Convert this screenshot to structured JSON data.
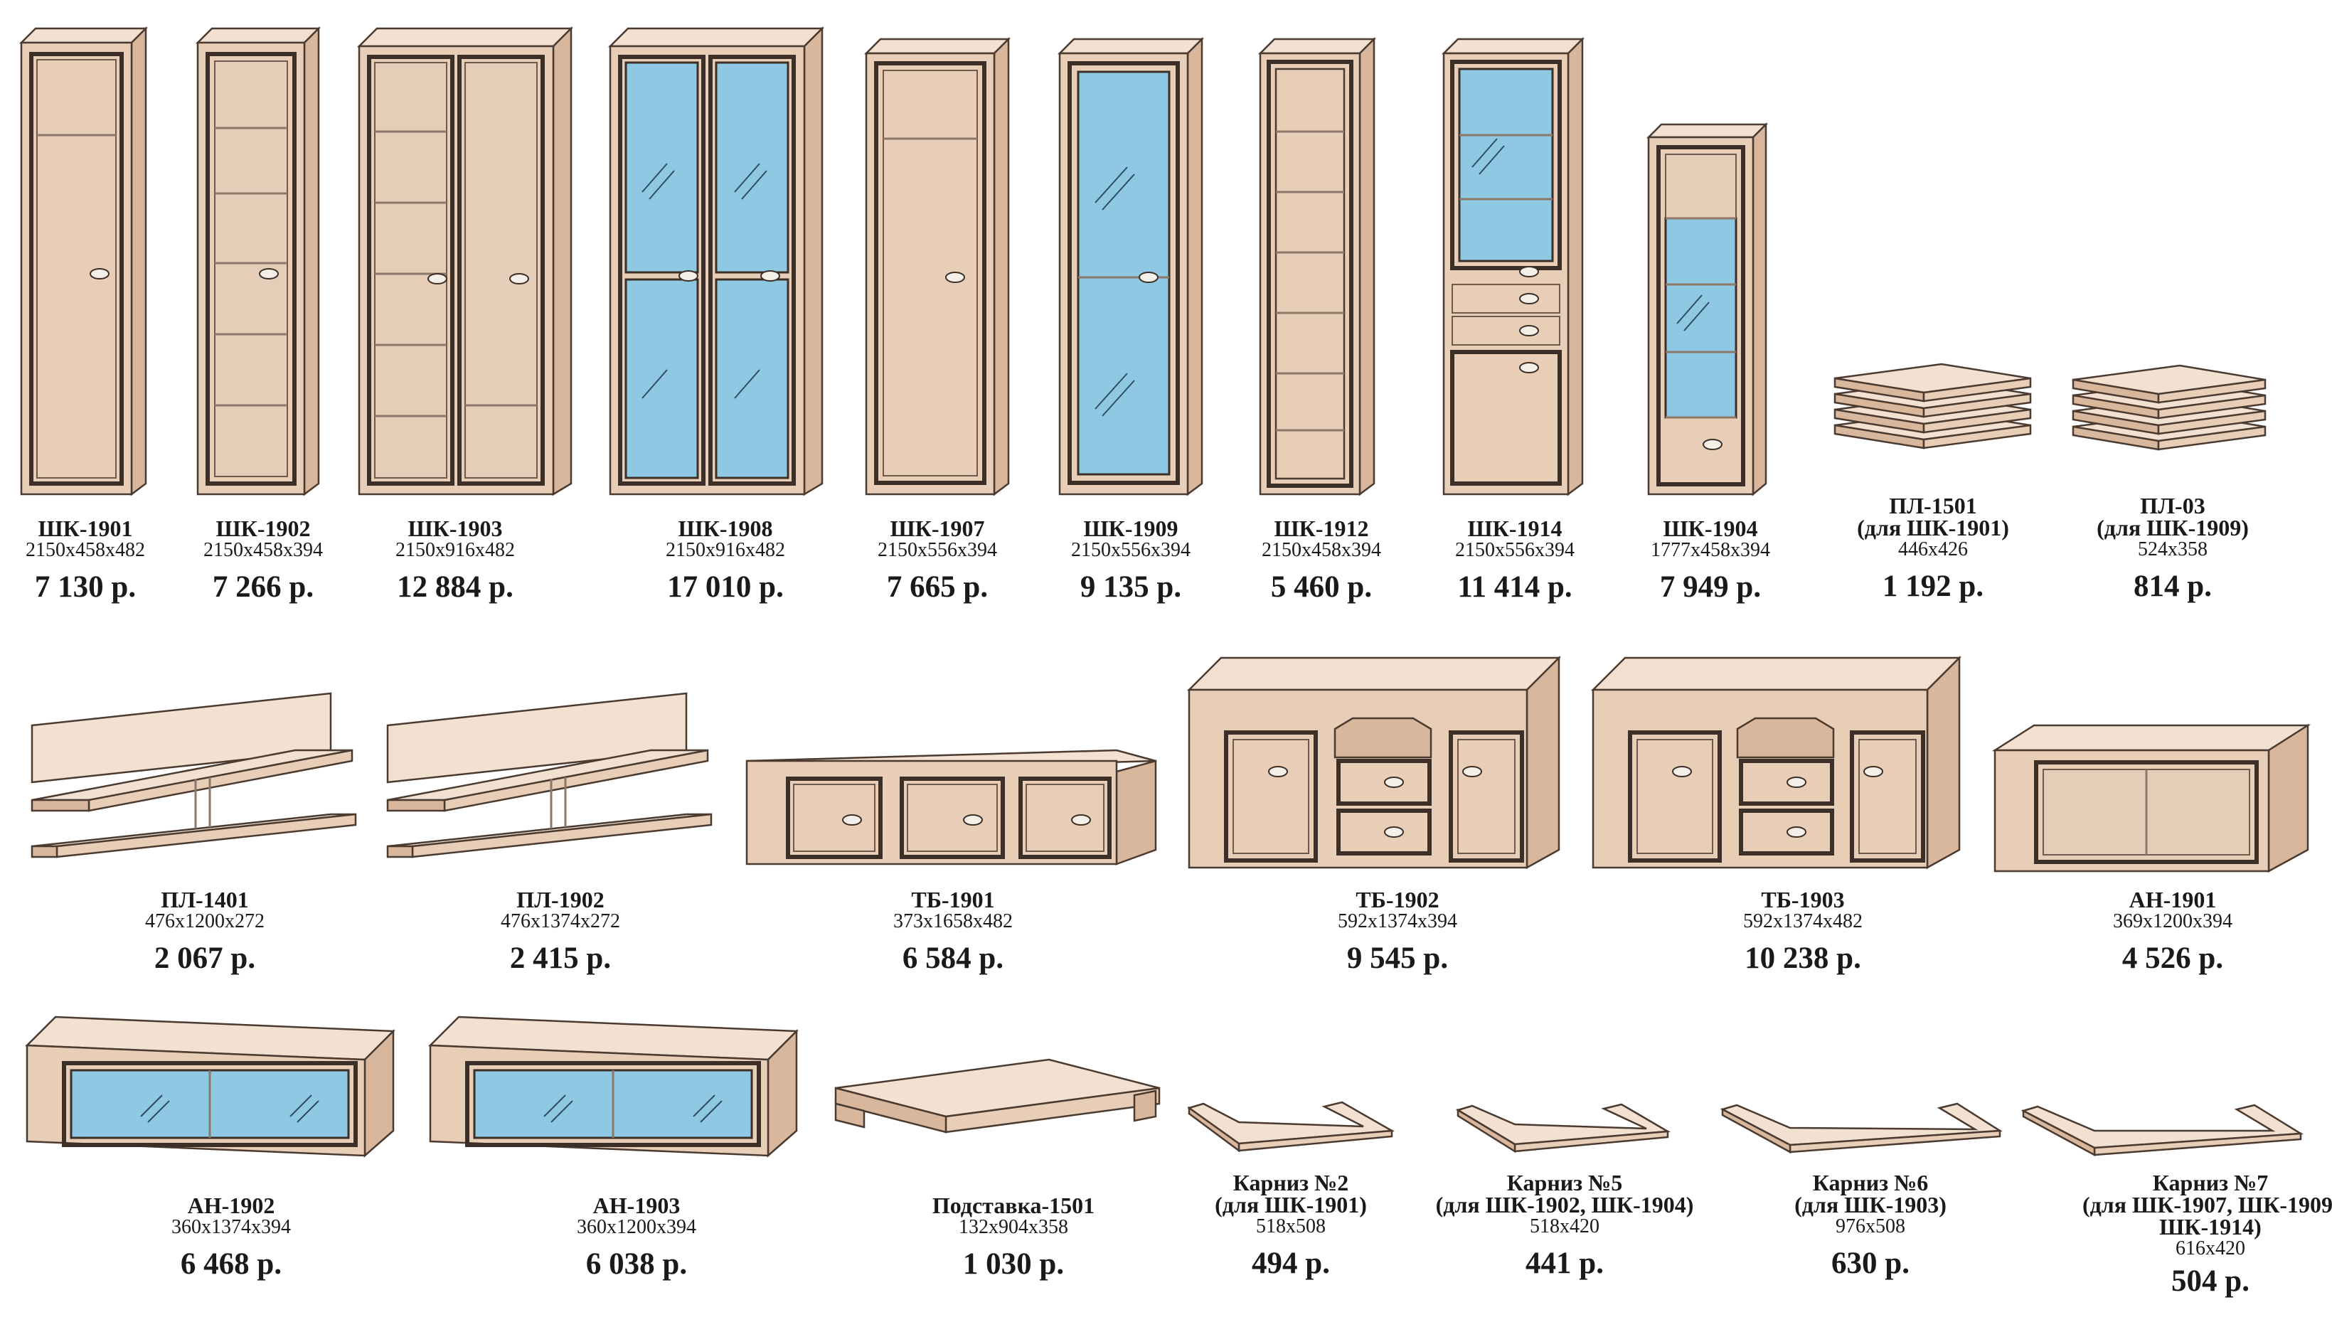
{
  "products": [
    {
      "name": "ШК-1901",
      "dims": "2150x458x482",
      "price": "7 130 р."
    },
    {
      "name": "ШК-1902",
      "dims": "2150x458x394",
      "price": "7 266 р."
    },
    {
      "name": "ШК-1903",
      "dims": "2150x916x482",
      "price": "12 884 р."
    },
    {
      "name": "ШК-1908",
      "dims": "2150x916x482",
      "price": "17 010 р."
    },
    {
      "name": "ШК-1907",
      "dims": "2150x556x394",
      "price": "7 665 р."
    },
    {
      "name": "ШК-1909",
      "dims": "2150x556x394",
      "price": "9 135 р."
    },
    {
      "name": "ШК-1912",
      "dims": "2150x458x394",
      "price": "5 460 р."
    },
    {
      "name": "ШК-1914",
      "dims": "2150x556x394",
      "price": "11 414 р."
    },
    {
      "name": "ШК-1904",
      "dims": "1777x458x394",
      "price": "7 949 р."
    },
    {
      "name": "ПЛ-1501",
      "sub": "(для ШК-1901)",
      "dims": "446x426",
      "price": "1 192 р."
    },
    {
      "name": "ПЛ-03",
      "sub": "(для ШК-1909)",
      "dims": "524x358",
      "price": "814 р."
    },
    {
      "name": "ПЛ-1401",
      "dims": "476x1200x272",
      "price": "2 067 р."
    },
    {
      "name": "ПЛ-1902",
      "dims": "476x1374x272",
      "price": "2 415 р."
    },
    {
      "name": "ТБ-1901",
      "dims": "373x1658x482",
      "price": "6 584 р."
    },
    {
      "name": "ТБ-1902",
      "dims": "592x1374x394",
      "price": "9 545 р."
    },
    {
      "name": "ТБ-1903",
      "dims": "592x1374x482",
      "price": "10 238 р."
    },
    {
      "name": "АН-1901",
      "dims": "369x1200x394",
      "price": "4 526 р."
    },
    {
      "name": "АН-1902",
      "dims": "360x1374x394",
      "price": "6 468 р."
    },
    {
      "name": "АН-1903",
      "dims": "360x1200x394",
      "price": "6 038 р."
    },
    {
      "name": "Подставка-1501",
      "dims": "132x904x358",
      "price": "1 030 р."
    },
    {
      "name": "Карниз №2",
      "sub": "(для ШК-1901)",
      "dims": "518x508",
      "price": "494 р."
    },
    {
      "name": "Карниз №5",
      "sub": "(для ШК-1902, ШК-1904)",
      "dims": "518x420",
      "price": "441 р."
    },
    {
      "name": "Карниз №6",
      "sub": "(для ШК-1903)",
      "dims": "976x508",
      "price": "630 р."
    },
    {
      "name": "Карниз №7",
      "sub": "(для ШК-1907, ШК-1909,",
      "sub2": "ШК-1914)",
      "dims": "616x420",
      "price": "504 р."
    }
  ],
  "colors": {
    "wood": "#e8cdb7",
    "frame": "#3b2f27",
    "glass": "#8fc8e3"
  },
  "icons": [
    "cabinet-icon",
    "shelf-icon",
    "tv-stand-icon",
    "wall-cabinet-icon",
    "stand-icon",
    "cornice-icon"
  ]
}
